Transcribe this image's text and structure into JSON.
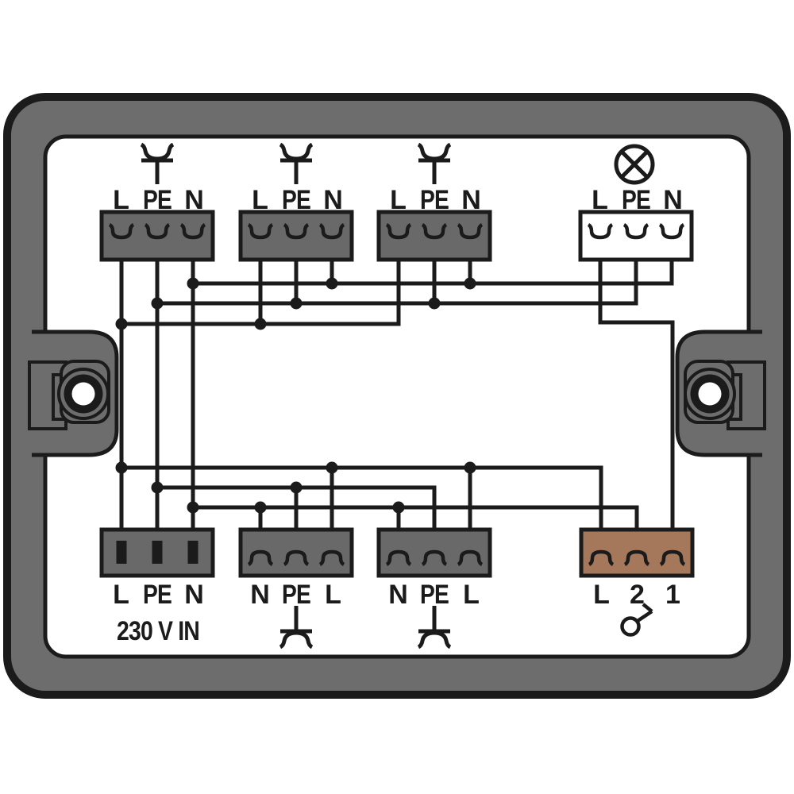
{
  "diagram": {
    "kind": "distribution-box-wiring-diagram",
    "caption": "230 V IN"
  },
  "colors": {
    "background": "#ffffff",
    "frame": "#6d6d6d",
    "block_gray": "#696969",
    "block_brown": "#a5785c",
    "block_white": "#ffffff",
    "line": "#1b1b1b"
  },
  "blocks": {
    "top": [
      {
        "name": "socket-output-1",
        "icon": "socket-outlet-icon",
        "labels": [
          "L",
          "PE",
          "N"
        ]
      },
      {
        "name": "socket-output-2",
        "icon": "socket-outlet-icon",
        "labels": [
          "L",
          "PE",
          "N"
        ]
      },
      {
        "name": "socket-output-3",
        "icon": "socket-outlet-icon",
        "labels": [
          "L",
          "PE",
          "N"
        ]
      },
      {
        "name": "lamp-output",
        "icon": "lamp-icon",
        "labels": [
          "L",
          "PE",
          "N"
        ]
      }
    ],
    "bottom": [
      {
        "name": "mains-input",
        "icon": "none",
        "labels": [
          "L",
          "PE",
          "N"
        ],
        "caption": "230 V IN"
      },
      {
        "name": "socket-output-4",
        "icon": "socket-outlet-icon",
        "labels": [
          "N",
          "PE",
          "L"
        ]
      },
      {
        "name": "socket-output-5",
        "icon": "socket-outlet-icon",
        "labels": [
          "N",
          "PE",
          "L"
        ]
      },
      {
        "name": "switch-connection",
        "icon": "switch-icon",
        "labels": [
          "L",
          "2",
          "1"
        ]
      }
    ]
  }
}
